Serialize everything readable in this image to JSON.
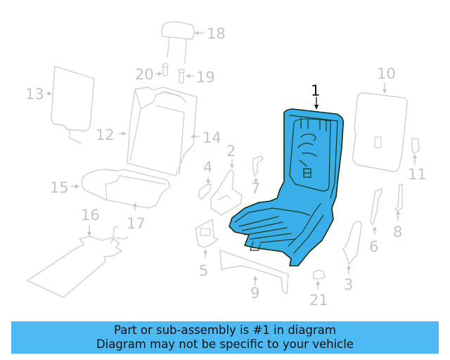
{
  "diagram": {
    "title": "Seat assembly exploded parts diagram",
    "highlighted_part": "1",
    "highlight_color": "#3aaee8",
    "callouts": [
      {
        "num": "1",
        "label": "1"
      },
      {
        "num": "2",
        "label": "2"
      },
      {
        "num": "3",
        "label": "3"
      },
      {
        "num": "4",
        "label": "4"
      },
      {
        "num": "5",
        "label": "5"
      },
      {
        "num": "6",
        "label": "6"
      },
      {
        "num": "7",
        "label": "7"
      },
      {
        "num": "8",
        "label": "8"
      },
      {
        "num": "9",
        "label": "9"
      },
      {
        "num": "10",
        "label": "10"
      },
      {
        "num": "11",
        "label": "11"
      },
      {
        "num": "12",
        "label": "12"
      },
      {
        "num": "13",
        "label": "13"
      },
      {
        "num": "14",
        "label": "14"
      },
      {
        "num": "15",
        "label": "15"
      },
      {
        "num": "16",
        "label": "16"
      },
      {
        "num": "17",
        "label": "17"
      },
      {
        "num": "18",
        "label": "18"
      },
      {
        "num": "19",
        "label": "19"
      },
      {
        "num": "20",
        "label": "20"
      },
      {
        "num": "21",
        "label": "21"
      }
    ]
  },
  "banner": {
    "line1": "Part or sub-assembly is #1 in diagram",
    "line2": "Diagram may not be specific to your vehicle",
    "background": "#4dbaf4"
  }
}
